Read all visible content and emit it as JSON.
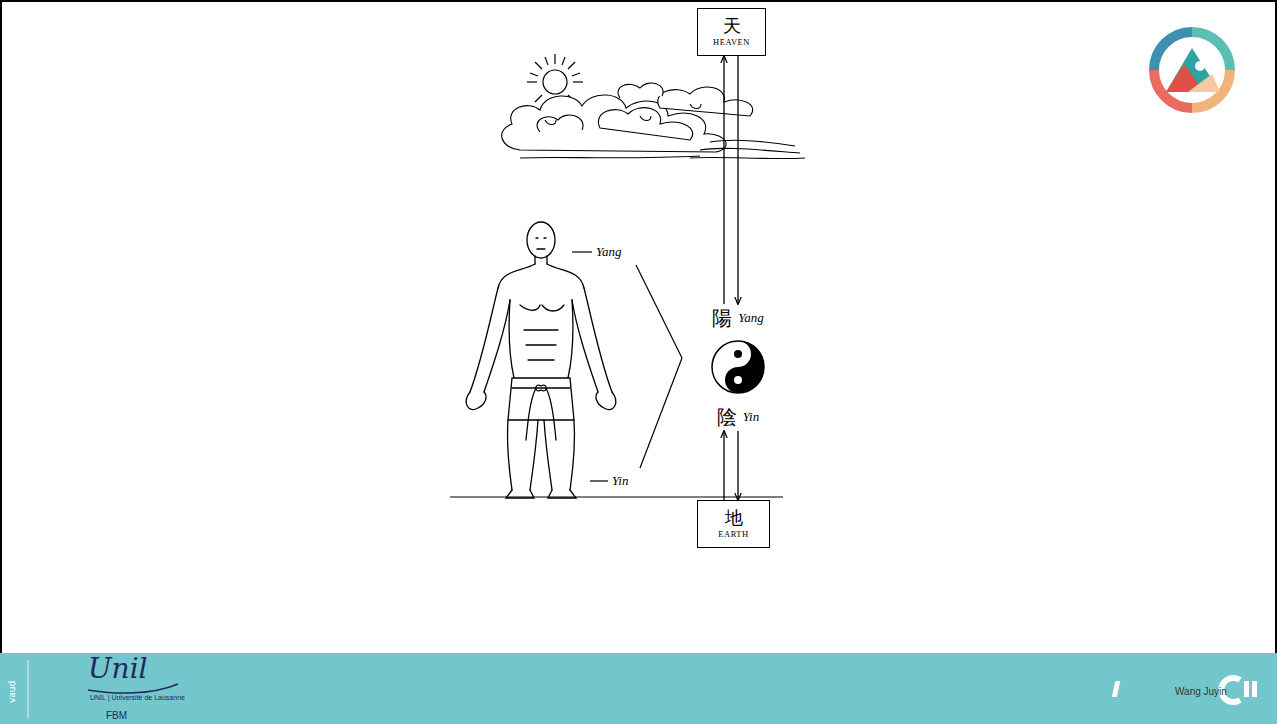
{
  "diagram": {
    "nodes": [
      {
        "text": [
          "天",
          "HEAVEN"
        ]
      },
      {
        "text": [
          "陽",
          "Yang"
        ]
      },
      {
        "text": [
          "陰",
          "Yin"
        ]
      },
      {
        "text": [
          "地",
          "EARTH"
        ]
      }
    ],
    "edges": [
      {
        "from": 0,
        "to": 1,
        "arrow": "to"
      },
      {
        "from": 1,
        "to": 0,
        "arrow": "to"
      },
      {
        "from": 3,
        "to": 2,
        "arrow": "to"
      },
      {
        "from": 2,
        "to": 3,
        "arrow": "to"
      }
    ],
    "labels": [
      "Yang",
      "Yin",
      "vaud",
      "Unil",
      "UNIL | Université de Lausanne",
      "FBM",
      "Wang Juyin"
    ]
  }
}
